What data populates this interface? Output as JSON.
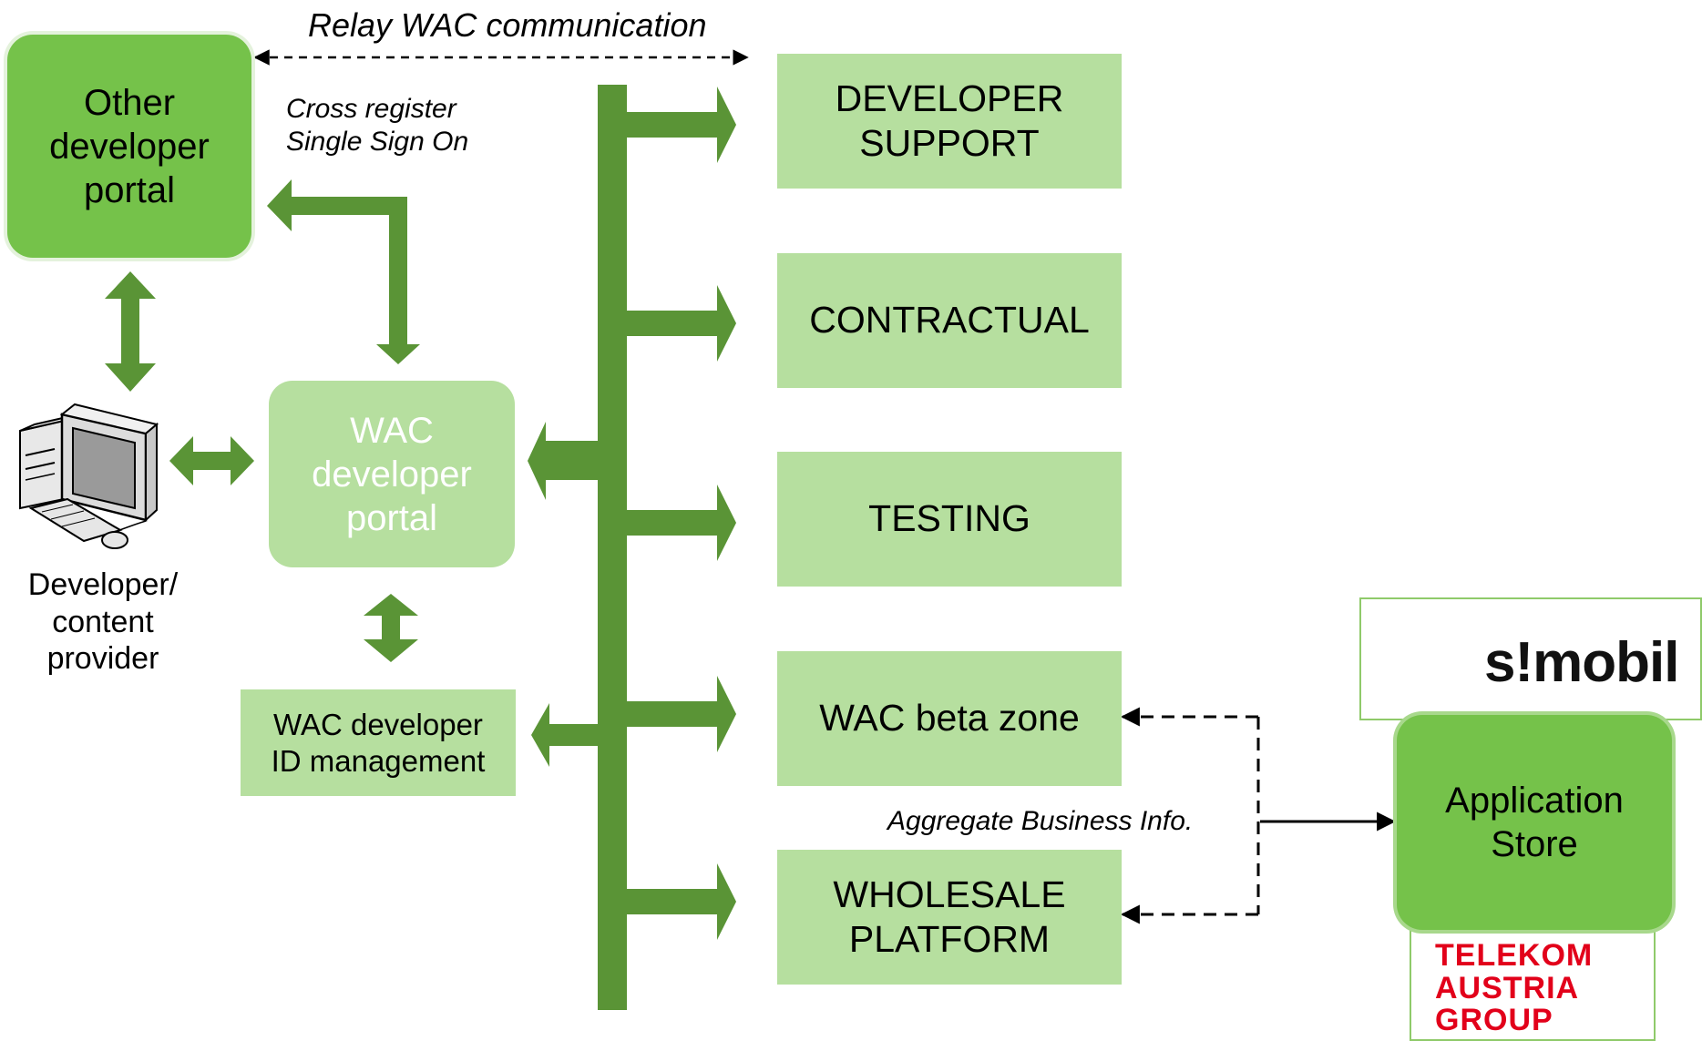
{
  "annotations": {
    "relay": "Relay WAC communication",
    "cross_register": "Cross register\nSingle Sign On",
    "aggregate": "Aggregate Business Info."
  },
  "nodes": {
    "other_portal": "Other\ndeveloper\nportal",
    "wac_portal": "WAC\ndeveloper\nportal",
    "wac_id": "WAC developer\nID management",
    "developer": "Developer/\ncontent\nprovider",
    "developer_support": "DEVELOPER\nSUPPORT",
    "contractual": "CONTRACTUAL",
    "testing": "TESTING",
    "beta_zone": "WAC beta zone",
    "wholesale": "WHOLESALE\nPLATFORM",
    "app_store": "Application\nStore"
  },
  "logos": {
    "simobil": "s!mobil",
    "telekom": "TELEKOM\nAUSTRIA\nGROUP"
  },
  "colors": {
    "dark_green": "#5a9436",
    "mid_green": "#75c24a",
    "light_green": "#b6df9f",
    "telekom_red": "#e2001a"
  }
}
